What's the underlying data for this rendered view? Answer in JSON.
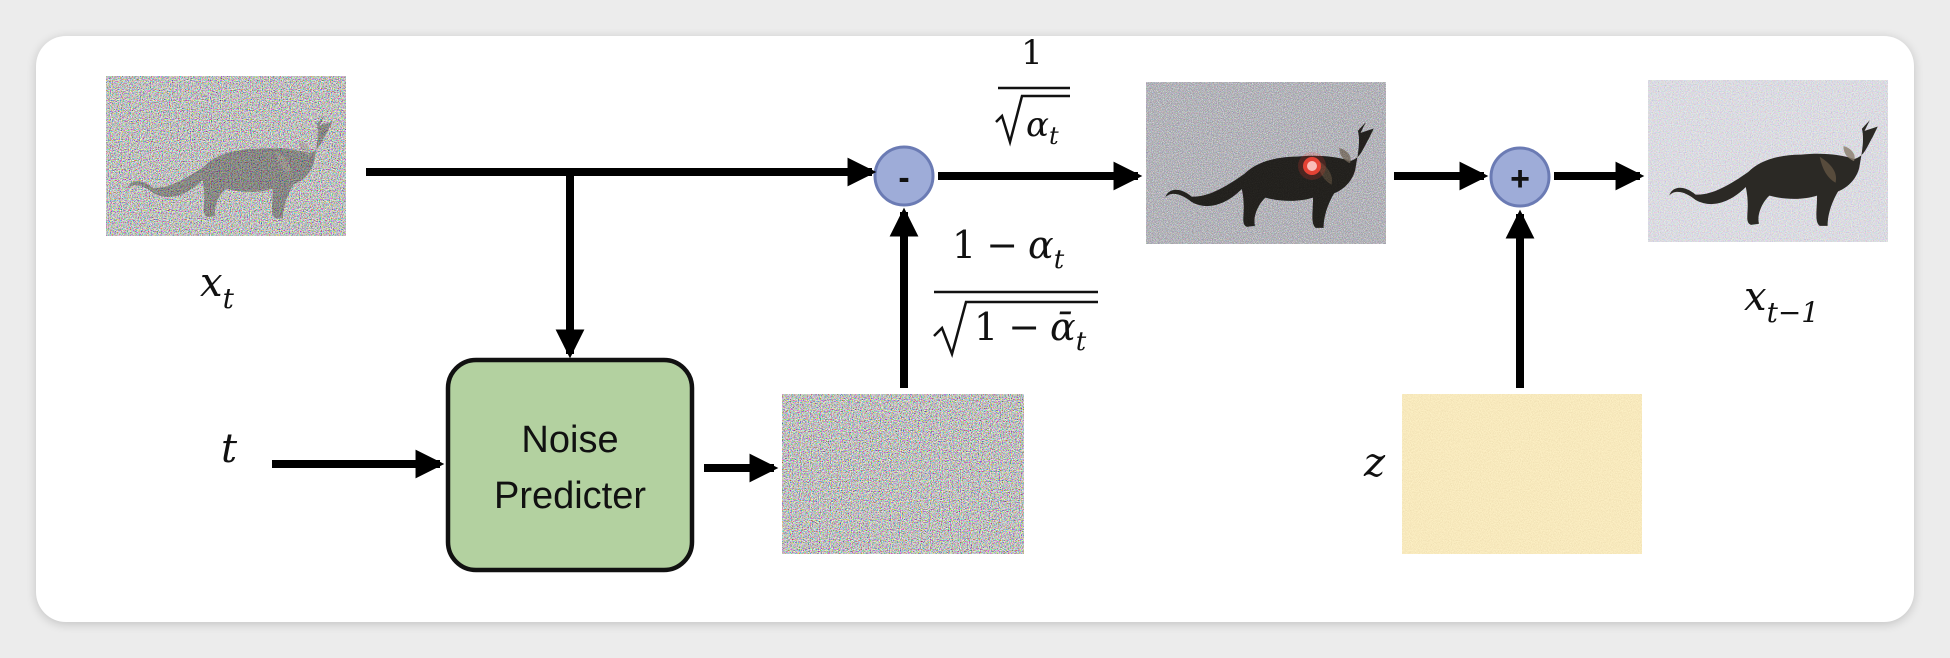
{
  "labels": {
    "x_t_base": "x",
    "x_t_sub": "t",
    "x_prev_base": "x",
    "x_prev_sub": "t−1",
    "t": "t",
    "z": "z"
  },
  "noise_predicter": {
    "line1": "Noise",
    "line2": "Predicter"
  },
  "ops": {
    "minus": "-",
    "plus": "+"
  },
  "coef_top": {
    "numerator": "1",
    "den_alpha": "α",
    "den_sub": "t"
  },
  "coef_mid": {
    "num_one": "1",
    "num_minus": "−",
    "num_alpha": "α",
    "num_sub": "t",
    "den_one": "1",
    "den_minus": "−",
    "den_alpha": "ᾱ",
    "den_sub": "t"
  },
  "colors": {
    "box_fill": "#b3d1a0",
    "box_border": "#111111",
    "op_fill": "#9eacd8",
    "op_border": "#6b7bb4",
    "z_fill": "#e9d7a0"
  }
}
